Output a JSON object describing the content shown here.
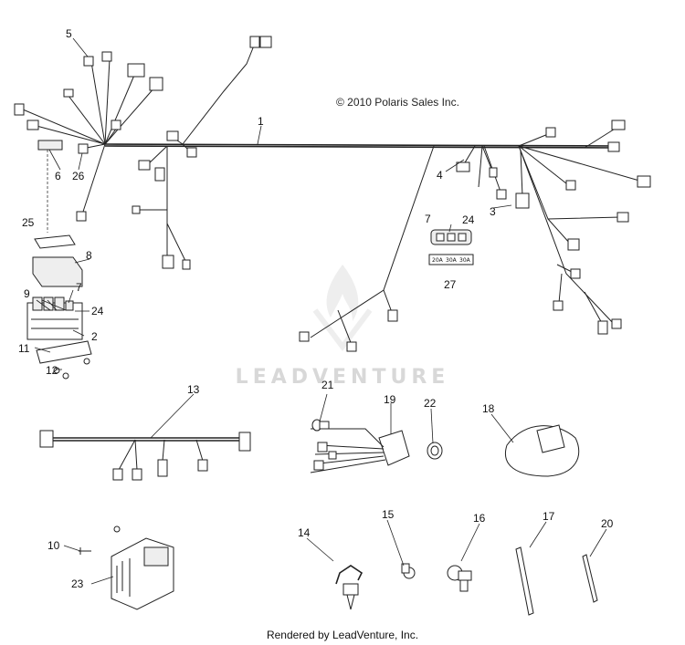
{
  "copyright": "© 2010 Polaris Sales Inc.",
  "watermark": "LEADVENTURE",
  "footer": "Rendered by LeadVenture, Inc.",
  "fuse_labels": [
    "20A",
    "30A",
    "30A"
  ],
  "callouts": {
    "c1": "1",
    "c2": "2",
    "c3": "3",
    "c4": "4",
    "c5": "5",
    "c6": "6",
    "c7a": "7",
    "c7b": "7",
    "c8": "8",
    "c9": "9",
    "c10": "10",
    "c11": "11",
    "c12": "12",
    "c13": "13",
    "c14": "14",
    "c15": "15",
    "c16": "16",
    "c17": "17",
    "c18": "18",
    "c19": "19",
    "c20": "20",
    "c21": "21",
    "c22": "22",
    "c23": "23",
    "c24a": "24",
    "c24b": "24",
    "c25": "25",
    "c26": "26",
    "c27": "27"
  }
}
